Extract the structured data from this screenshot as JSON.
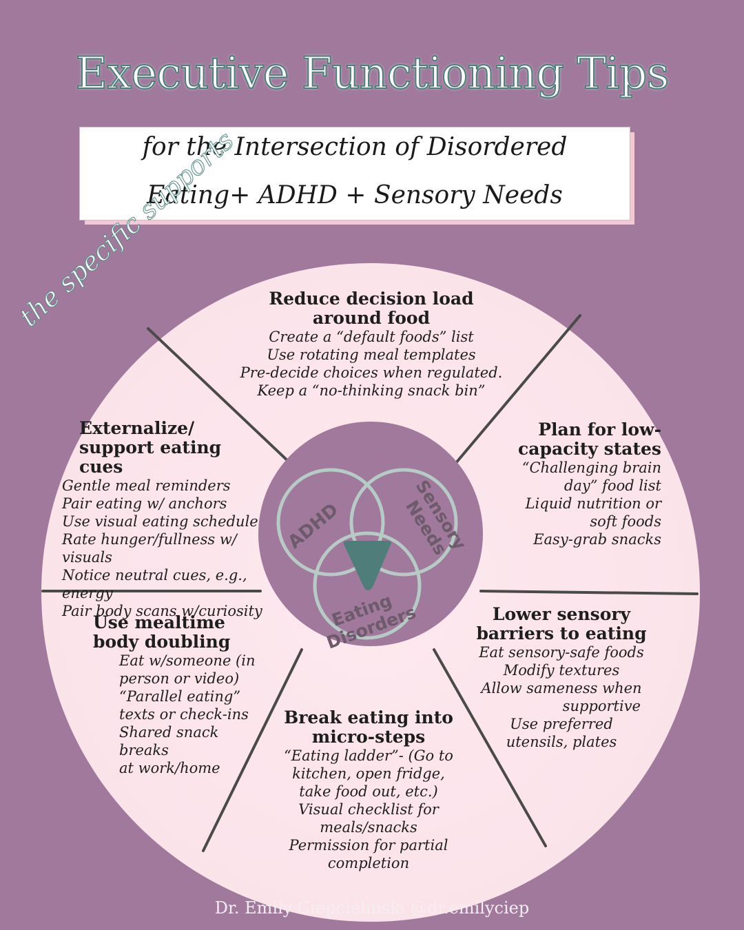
{
  "title": "Executive Functioning Tips",
  "subtitle": {
    "line1": "for the Intersection of Disordered",
    "line2": "Eating+ ADHD + Sensory Needs"
  },
  "side_note": "the specific supports",
  "center": {
    "circle1": "ADHD",
    "circle2": "Sensory Needs",
    "circle3": "Eating Disorders"
  },
  "segments": [
    {
      "title": [
        "Reduce decision load",
        "around food"
      ],
      "items": [
        "Create a “default foods” list",
        "Use rotating meal templates",
        "Pre-decide choices when regulated.",
        "Keep a “no-thinking snack bin”"
      ]
    },
    {
      "title": [
        "Plan for low-",
        "capacity states"
      ],
      "items": [
        "“Challenging brain",
        "day” food list",
        "Liquid nutrition or",
        "soft foods",
        "Easy-grab snacks"
      ]
    },
    {
      "title": [
        "Lower sensory",
        "barriers to eating"
      ],
      "items": [
        "Eat sensory-safe foods",
        "Modify textures",
        "Allow sameness when",
        "supportive",
        "Use preferred",
        "utensils, plates"
      ]
    },
    {
      "title": [
        "Break eating into",
        "micro-steps"
      ],
      "items": [
        "“Eating ladder”- (Go to",
        "kitchen, open fridge,",
        "take food out, etc.)",
        "Visual checklist for",
        "meals/snacks",
        "Permission for partial",
        "completion"
      ]
    },
    {
      "title": [
        "Use mealtime",
        "body doubling"
      ],
      "items": [
        "Eat w/someone (in",
        "person or video)",
        "“Parallel eating”",
        "texts or check-ins",
        "Shared snack",
        "breaks",
        "at work/home"
      ]
    },
    {
      "title": [
        "Externalize/",
        "support eating cues"
      ],
      "items": [
        "Gentle meal reminders",
        "Pair eating w/ anchors",
        "Use visual eating schedule",
        "Rate hunger/fullness w/",
        "visuals",
        "Notice neutral cues, e.g.,",
        "energy",
        "Pair body scans w/curiosity"
      ]
    }
  ],
  "credit": "Dr. Emily Ciepcielinski  @dr.emilyciep",
  "colors": {
    "background": "#a0799c",
    "wheel": "#fbe6ec",
    "accent_teal": "#4e7d7a",
    "venn_stroke": "#b7cbc6"
  }
}
